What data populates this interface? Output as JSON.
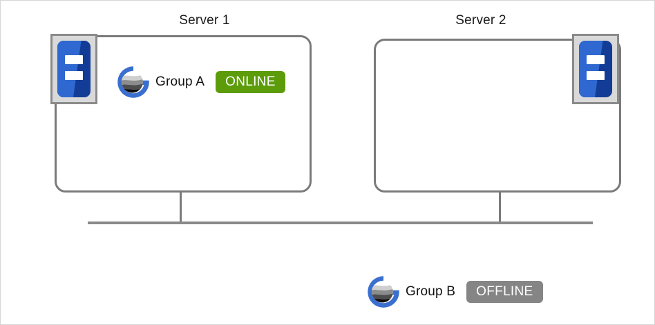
{
  "diagram": {
    "title_server1": "Server 1",
    "title_server2": "Server 2",
    "colors": {
      "online_badge": "#5c9c0a",
      "offline_badge": "#858585",
      "server_unit_dark": "#123c96",
      "server_unit_light": "#2f68d0",
      "box_border": "#7a7a7a",
      "wire": "#8a8a8a",
      "logo_ring": "#3a6fd0"
    },
    "servers": [
      {
        "name": "Server 1",
        "icon": "server-icon",
        "groups": [
          {
            "label": "Group A",
            "status": "ONLINE",
            "logo": "cluster-group-logo"
          }
        ]
      },
      {
        "name": "Server 2",
        "icon": "server-icon",
        "groups": []
      }
    ],
    "floating_group": {
      "label": "Group B",
      "status": "OFFLINE",
      "logo": "cluster-group-logo"
    }
  }
}
